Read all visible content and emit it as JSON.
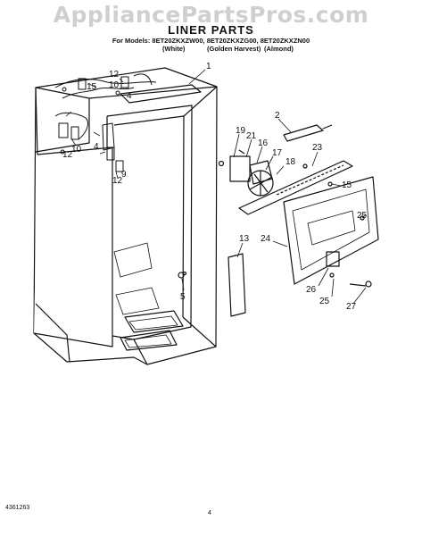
{
  "watermark": "AppliancePartsPros.com",
  "header": {
    "title": "LINER PARTS",
    "models": "For Models: 8ET20ZKXZW00, 8ET20ZKXZG00, 8ET20ZKXZN00",
    "colors": [
      "(White)",
      "(Golden Harvest)",
      "(Almond)"
    ]
  },
  "part_labels": {
    "p1": "1",
    "p2": "2",
    "p15a": "15",
    "p12a": "12",
    "p10a": "10",
    "p4a": "4",
    "p10b": "10",
    "p12b": "12",
    "p4b": "4",
    "p12c": "12",
    "p9": "9",
    "p19": "19",
    "p21": "21",
    "p16": "16",
    "p17": "17",
    "p18": "18",
    "p23": "23",
    "p15b": "15",
    "p25a": "25",
    "p13": "13",
    "p24": "24",
    "p5": "5",
    "p26": "26",
    "p25b": "25",
    "p27": "27"
  },
  "footer": {
    "doc_number": "4361263",
    "page_number": "4"
  }
}
